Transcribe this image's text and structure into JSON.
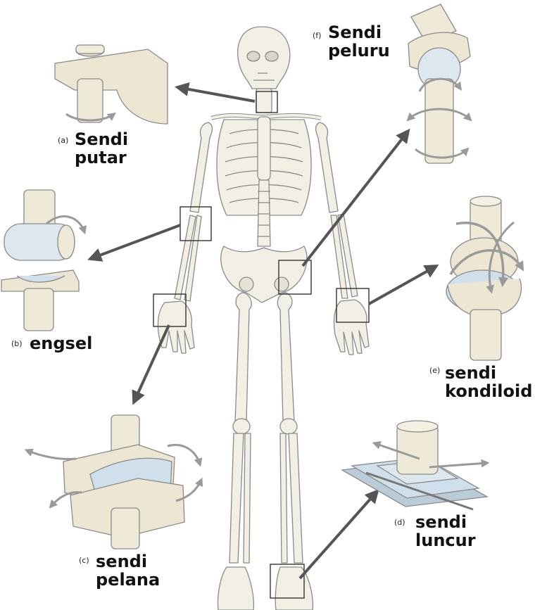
{
  "joints": [
    {
      "id": "a",
      "letter": "(a)",
      "lines": [
        "Sendi putar"
      ]
    },
    {
      "id": "b",
      "letter": "(b)",
      "lines": [
        "engsel"
      ]
    },
    {
      "id": "c",
      "letter": "(c)",
      "lines": [
        "sendi",
        "pelana"
      ]
    },
    {
      "id": "d",
      "letter": "(d)",
      "lines": [
        "sendi",
        "luncur"
      ]
    },
    {
      "id": "e",
      "letter": "(e)",
      "lines": [
        "sendi",
        "kondiloid"
      ]
    },
    {
      "id": "f",
      "letter": "(f)",
      "lines": [
        "Sendi",
        "peluru"
      ]
    }
  ],
  "colors": {
    "bone": "#f2efe4",
    "bone_outline": "#8a8a8a",
    "joint_model": "#ece6d2",
    "cartilage": "#cfe0ec",
    "arrow": "#555555",
    "rotation_arrow": "#9a9a9a"
  }
}
